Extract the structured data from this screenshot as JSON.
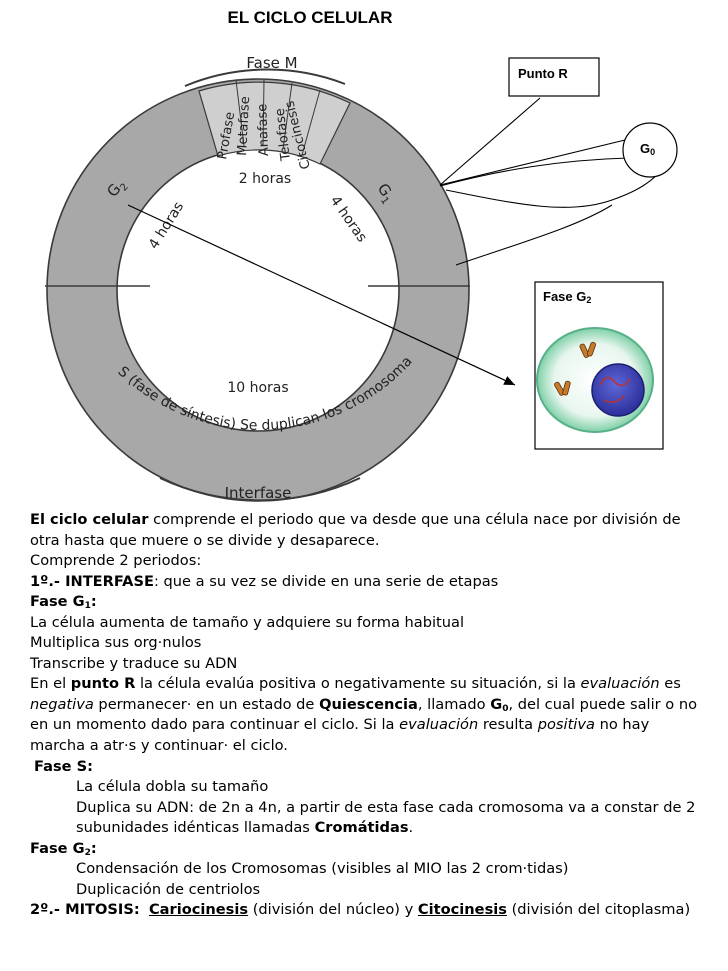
{
  "title": "EL CICLO CELULAR",
  "diagram": {
    "fase_m": "Fase M",
    "phases": [
      "Profase",
      "Metafase",
      "Anafase",
      "Telofase",
      "Citocinesis"
    ],
    "dos_horas": "2 horas",
    "g2": "G",
    "g2_sub": "2",
    "g1": "G",
    "g1_sub": "1",
    "cuatro_horas_left": "4 horas",
    "cuatro_horas_right": "4 horas",
    "diez_horas": "10 horas",
    "s_fase": "S (fase de síntesis) Se duplican los cromosomas",
    "interfase": "Interfase",
    "punto_r": "Punto R",
    "g0": "G",
    "g0_sub": "0",
    "fase_g2": "Fase G",
    "fase_g2_sub": "2"
  },
  "text": {
    "l1_b": "El ciclo celular",
    "l1_r": " comprende el periodo que va desde que una célula nace por división de",
    "l2": "otra hasta que muere o se divide y desaparece.",
    "l3": "Comprende 2 periodos:",
    "l4_b": "1º.- INTERFASE",
    "l4_r": ": que a su vez se divide en una serie de etapas",
    "l5_b": "Fase G",
    "l5_sub": "1",
    "l5_colon": ":",
    "l6": "La célula aumenta de tamaño y adquiere su forma habitual",
    "l7": "Multiplica sus org·nulos",
    "l8": "Transcribe y traduce su ADN",
    "l9_a": "En el ",
    "l9_b": "punto R",
    "l9_c": " la célula evalúa positiva o negativamente su situación, si la ",
    "l9_i": "evaluación",
    "l9_d": " es",
    "l10_i": "negativa",
    "l10_a": " permanecer· en un estado de ",
    "l10_b": "Quiescencia",
    "l10_c": ", llamado ",
    "l10_g": "G",
    "l10_sub": "0",
    "l10_d": ", del cual puede salir o no",
    "l11_a": "en un momento dado para continuar el ciclo. Si la ",
    "l11_i1": "evaluación",
    "l11_b": " resulta ",
    "l11_i2": "positiva",
    "l11_c": " no hay",
    "l12": "marcha a atr·s y continuar· el ciclo.",
    "l13": "Fase S:",
    "l14": "La célula dobla su tamaño",
    "l15": "Duplica su ADN: de 2n a 4n, a partir de esta fase cada cromosoma va a constar de 2",
    "l16_a": "subunidades idénticas llamadas ",
    "l16_b": "Cromátidas",
    "l16_c": ".",
    "l17_b": "Fase G",
    "l17_sub": "2",
    "l17_colon": ":",
    "l18": "Condensación de los Cromosomas (visibles al MIO las 2 crom·tidas)",
    "l19": "Duplicación de centriolos",
    "l20_b": "2º.- MITOSIS:",
    "l20_sp": "  ",
    "l20_u1": "Cariocinesis",
    "l20_a": " (división del núcleo) y ",
    "l20_u2": "Citocinesis",
    "l20_c": " (división del citoplasma)"
  }
}
